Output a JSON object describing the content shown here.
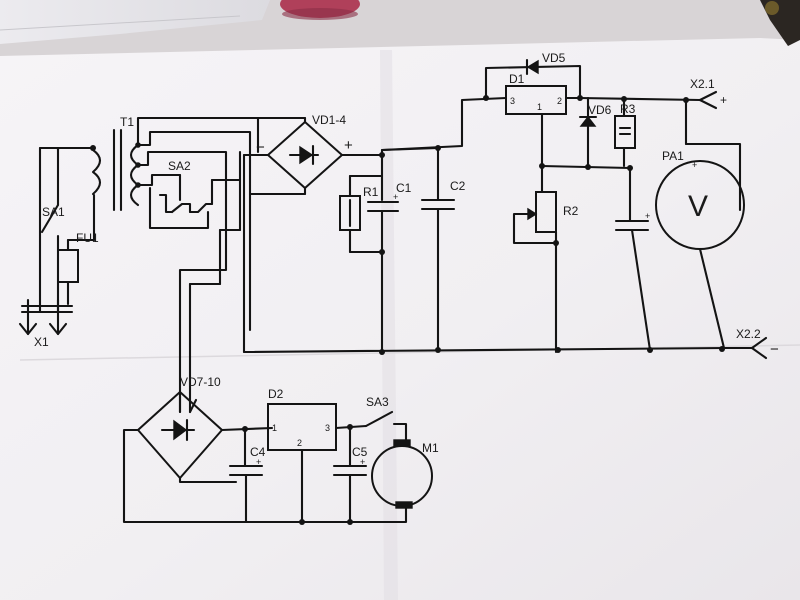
{
  "colors": {
    "paper": "#f3f1f4",
    "background": "#d8d4d6",
    "ink": "#141414",
    "top_object_red": "#b0405a"
  },
  "labels": {
    "T1": "T1",
    "SA1": "SA1",
    "SA2": "SA2",
    "SA3": "SA3",
    "FU1": "FU1",
    "X1": "X1",
    "VD1_4": "VD1-4",
    "VD5": "VD5",
    "VD6": "VD6",
    "VD7_10": "VD7-10",
    "D1": "D1",
    "D2": "D2",
    "R1": "R1",
    "R2": "R2",
    "R3": "R3",
    "C1": "C1",
    "C2": "C2",
    "C4": "C4",
    "C5": "C5",
    "PA1": "PA1",
    "PA1_symbol": "V",
    "M1": "M1",
    "X2_1": "X2.1",
    "X2_2": "X2.2"
  },
  "pins": {
    "d1_pin3": "3",
    "d1_pin1": "1",
    "d1_pin2": "2",
    "d2_pin1": "1",
    "d2_pin2": "2",
    "d2_pin3": "3"
  },
  "signs": {
    "bridge_minus": "−",
    "bridge_plus": "+",
    "x21_plus": "+",
    "x22_minus": "−",
    "c1_plus": "+",
    "c3_plus": "+",
    "pa1_plus": "+",
    "c4_plus": "+",
    "c5_plus": "+"
  }
}
